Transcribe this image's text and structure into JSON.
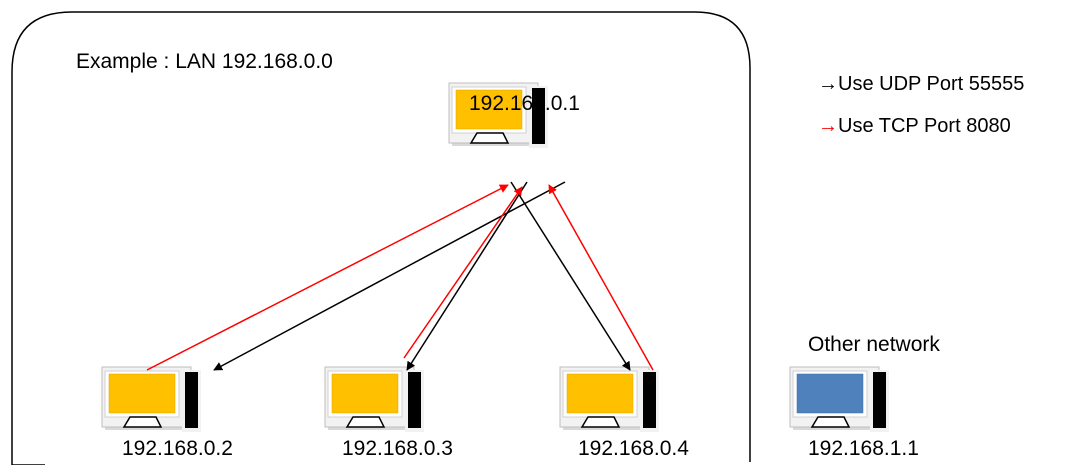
{
  "title": "Example : LAN 192.168.0.0",
  "legend": [
    {
      "arrow": "→",
      "text": "Use UDP Port 55555",
      "color": "#000000"
    },
    {
      "arrow": "→",
      "text": "Use TCP Port 8080",
      "color": "#ff0000"
    }
  ],
  "hosts": {
    "server": "192.168.0.1",
    "client_2": "192.168.0.2",
    "client_3": "192.168.0.3",
    "client_4": "192.168.0.4",
    "external": "192.168.1.1"
  },
  "other_network_label": "Other network",
  "colors": {
    "lan_monitor": "#ffc000",
    "external_monitor": "#4f81bd",
    "tower": "#000000",
    "udp_arrow": "#000000",
    "tcp_arrow": "#ff0000",
    "boundary": "#000000"
  }
}
